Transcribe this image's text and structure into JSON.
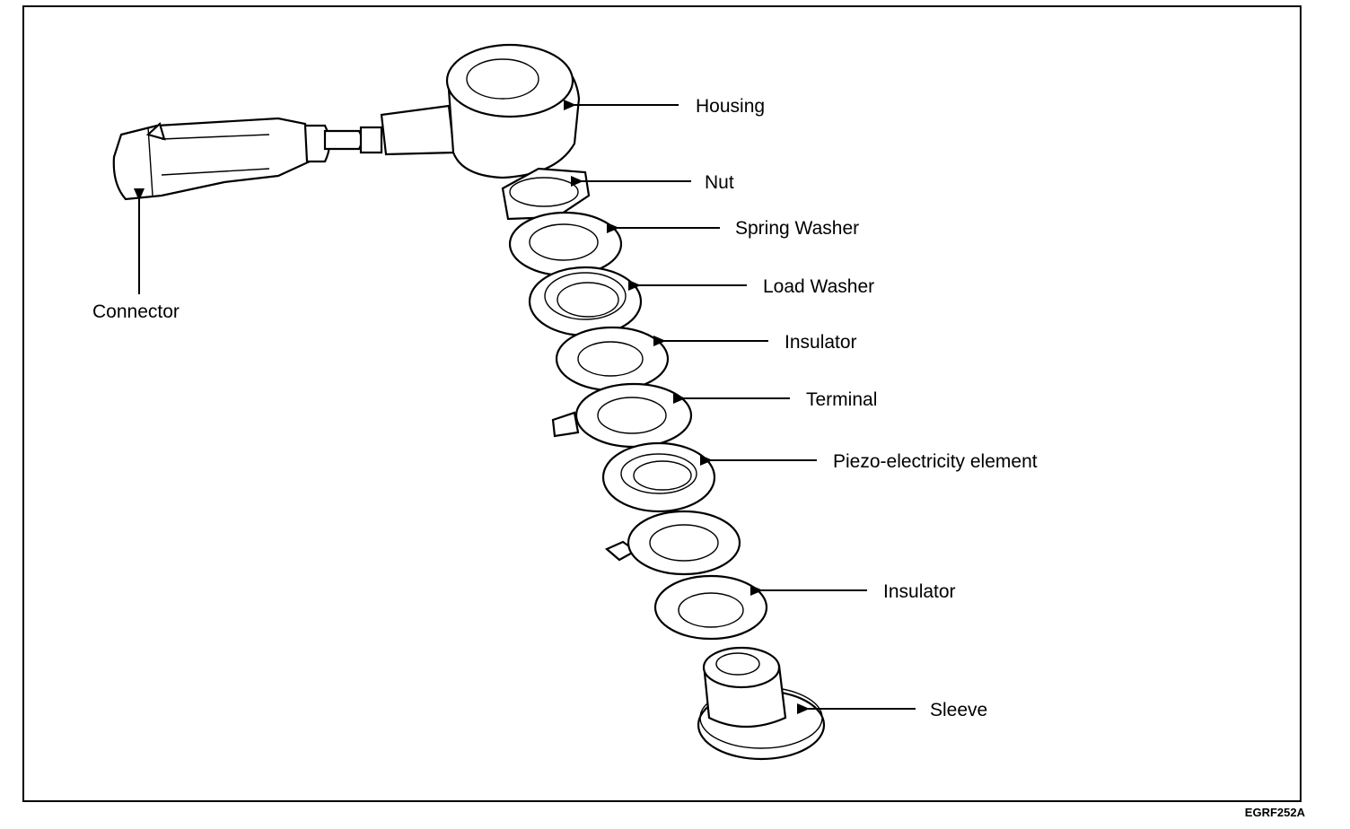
{
  "labels": {
    "housing": "Housing",
    "nut": "Nut",
    "spring_washer": "Spring Washer",
    "load_washer": "Load Washer",
    "insulator_top": "Insulator",
    "terminal": "Terminal",
    "piezo": "Piezo-electricity element",
    "insulator_bottom": "Insulator",
    "sleeve": "Sleeve",
    "connector": "Connector"
  },
  "figure_code": "EGRF252A"
}
